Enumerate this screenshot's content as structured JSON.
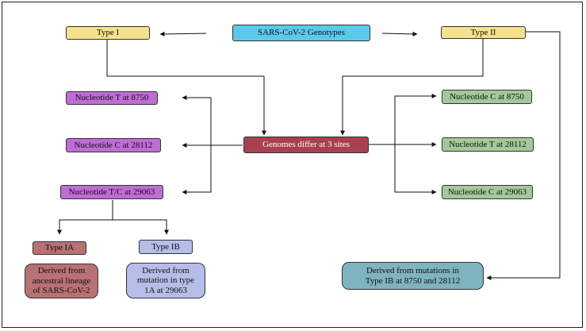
{
  "root": {
    "label": "SARS-CoV-2 Genotypes",
    "color": "#5bc8ec"
  },
  "type1": {
    "label": "Type I",
    "color": "#f5e38c"
  },
  "type2": {
    "label": "Type II",
    "color": "#f5e38c"
  },
  "center": {
    "label": "Genomes differ at 3 sites",
    "color": "#a8414f",
    "text_color": "#ffffff"
  },
  "left_sites": [
    {
      "label": "Nucleotide T at 8750"
    },
    {
      "label": "Nucleotide C at 28112"
    },
    {
      "label": "Nucleotide T/C at 29063"
    }
  ],
  "left_site_color": "#c06cd6",
  "right_sites": [
    {
      "label": "Nucleotide C at 8750"
    },
    {
      "label": "Nucleotide T at 28112"
    },
    {
      "label": "Nucleotide C at 29063"
    }
  ],
  "right_site_color": "#a3c99a",
  "type1a": {
    "label": "Type IA",
    "color": "#b87174",
    "desc": "Derived from ancestral lineage of SARS-CoV-2"
  },
  "type1b": {
    "label": "Type IB",
    "color": "#b6bde8",
    "desc": "Derived from mutation in type 1A at 29063"
  },
  "type2_derived": {
    "label": "Derived from mutations in Type IB at 8750 and 28112",
    "color": "#7fb3bf"
  }
}
